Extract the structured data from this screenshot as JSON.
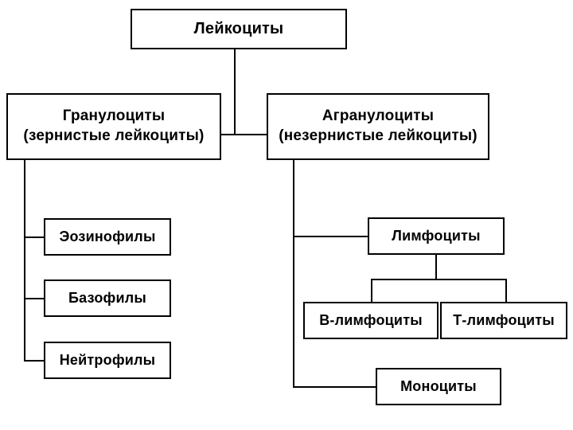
{
  "diagram": {
    "title_node": {
      "label": "Лейкоциты"
    },
    "branch_left": {
      "line1": "Гранулоциты",
      "line2": "(зернистые лейкоциты)"
    },
    "branch_right": {
      "line1": "Агранулоциты",
      "line2": "(незернистые лейкоциты)"
    },
    "granulocytes": [
      {
        "label": "Эозинофилы"
      },
      {
        "label": "Базофилы"
      },
      {
        "label": "Нейтрофилы"
      }
    ],
    "agranulocytes": [
      {
        "label": "Лимфоциты"
      },
      {
        "label": "Моноциты"
      }
    ],
    "lymphocyte_types": [
      {
        "label": "В-лимфоциты"
      },
      {
        "label": "Т-лимфоциты"
      }
    ],
    "colors": {
      "stroke": "#000000",
      "background": "#ffffff",
      "text": "#000000"
    }
  }
}
